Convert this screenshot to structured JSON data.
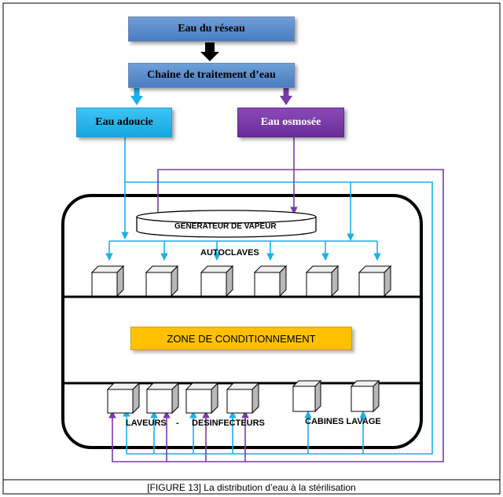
{
  "nodes": {
    "source": "Eau du réseau",
    "treatment": "Chaine de traitement d’eau",
    "softened": "Eau adoucie",
    "osmosed": "Eau osmosée",
    "generator": "GENERATEUR DE VAPEUR",
    "autoclaves": "AUTOCLAVES",
    "zone": "ZONE DE CONDITIONNEMENT",
    "washers_left": "LAVEURS",
    "washers_dash": "-",
    "washers_right": "DESINFECTEURS",
    "cabins": "CABINES LAVAGE"
  },
  "caption": "[FIGURE 13] La distribution d’eau à la stérilisation",
  "colors": {
    "softened_line": "#1ab0ea",
    "osmosed_line": "#7a3aa8",
    "source_arrow": "#000000",
    "zone": "#ffc000"
  }
}
